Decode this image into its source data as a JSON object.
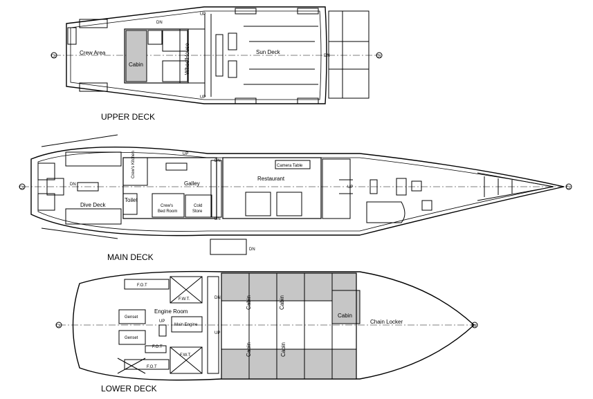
{
  "decks": {
    "upper": {
      "title": "UPPER DECK"
    },
    "main": {
      "title": "MAIN DECK"
    },
    "lower": {
      "title": "LOWER DECK"
    }
  },
  "labels": {
    "crew_area": "Crew Area",
    "cabin": "Cabin",
    "wheelhouse": "WheelHouse",
    "sun_deck": "Sun Deck",
    "dn": "DN",
    "up": "UP",
    "camera_table": "Camera Table",
    "restaurant": "Restaurant",
    "galley": "Galley",
    "crews_kitchen": "Crew's Kitchen",
    "toilet": "Toilet",
    "crews_bed_room_1": "Crew's",
    "crews_bed_room_2": "Bed Room",
    "cold_store_1": "Cold",
    "cold_store_2": "Store",
    "dive_deck": "Dive Deck",
    "fot": "F.O.T",
    "fwt": "F.W.T.",
    "engine_room": "Engine Room",
    "genset": "Genset",
    "main_engine": "Main Engine",
    "chain_locker": "Chain Locker",
    "cl": "CL"
  },
  "colors": {
    "line": "#000000",
    "cabin_fill": "#c6c6c6",
    "deck": "#ffffff"
  }
}
